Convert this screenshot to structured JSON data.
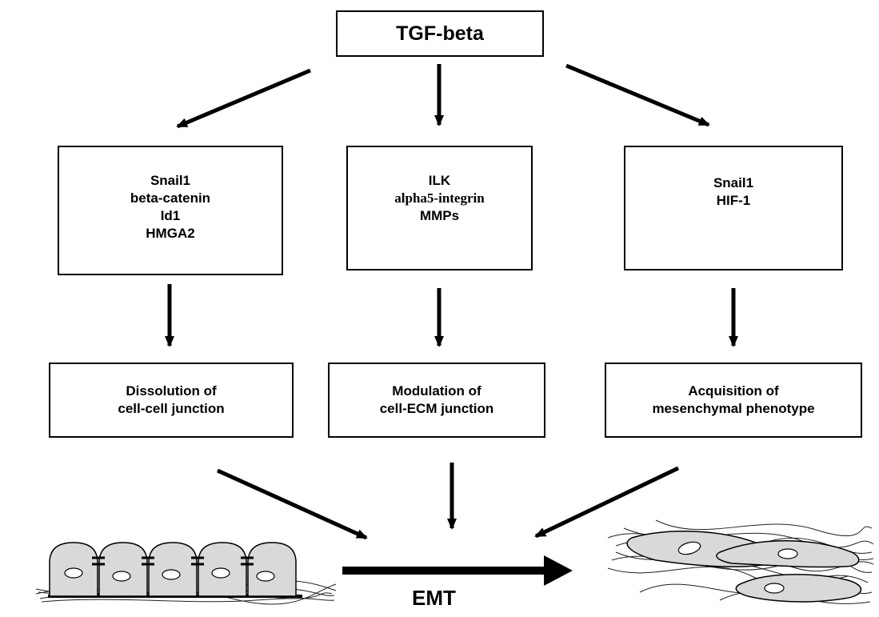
{
  "top": {
    "label": "TGF-beta"
  },
  "mediators": [
    {
      "lines": [
        "Snail1",
        "beta-catenin",
        "Id1",
        "HMGA2"
      ]
    },
    {
      "lines": [
        "ILK",
        "alpha5-integrin",
        "MMPs"
      ]
    },
    {
      "lines": [
        "Snail1",
        "HIF-1"
      ]
    }
  ],
  "outcomes": [
    {
      "lines": [
        "Dissolution of",
        "cell-cell junction"
      ]
    },
    {
      "lines": [
        "Modulation of",
        "cell-ECM junction"
      ]
    },
    {
      "lines": [
        "Acquisition of",
        "mesenchymal phenotype"
      ]
    }
  ],
  "emt": {
    "label": "EMT"
  }
}
